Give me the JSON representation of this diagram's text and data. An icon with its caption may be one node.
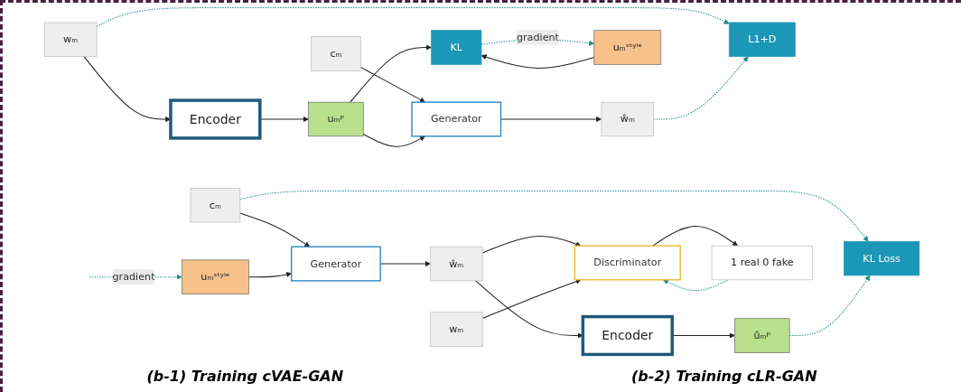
{
  "diagram": {
    "nodes": [
      {
        "text": [
          "wₘ"
        ]
      },
      {
        "text": [
          "Encoder"
        ]
      },
      {
        "text": [
          "cₘ"
        ]
      },
      {
        "text": [
          "uₘᵖ"
        ]
      },
      {
        "text": [
          "Generator"
        ]
      },
      {
        "text": [
          "ŵₘ"
        ]
      },
      {
        "text": [
          "L1+D"
        ]
      },
      {
        "text": [
          "KL"
        ]
      },
      {
        "text": [
          "uₘˢᵗʸˡᵉ"
        ]
      },
      {
        "text": [
          "cₘ"
        ]
      },
      {
        "text": [
          "uₘˢᵗʸˡᵉ"
        ]
      },
      {
        "text": [
          "Generator"
        ]
      },
      {
        "text": [
          "ŵₘ"
        ]
      },
      {
        "text": [
          "Encoder"
        ]
      },
      {
        "text": [
          "ûₘᵖ"
        ]
      },
      {
        "text": [
          "KL Loss"
        ]
      },
      {
        "text": [
          "wₘ"
        ]
      },
      {
        "text": [
          "Discriminator"
        ]
      },
      {
        "text": [
          "1 real 0 fake"
        ]
      }
    ],
    "edges": [
      {
        "from": 0,
        "to": 1,
        "arrow": "to"
      },
      {
        "from": 1,
        "to": 3,
        "arrow": "to"
      },
      {
        "from": 2,
        "to": 4,
        "arrow": "to"
      },
      {
        "from": 3,
        "to": 4,
        "arrow": "to"
      },
      {
        "from": 4,
        "to": 5,
        "arrow": "to"
      },
      {
        "from": 3,
        "to": 7,
        "arrow": "to"
      },
      {
        "from": 8,
        "to": 7,
        "arrow": "to"
      },
      {
        "from": 7,
        "to": 8,
        "arrow": "to",
        "label": "gradient",
        "style": "dashed",
        "color": "#1a8c8c"
      },
      {
        "from": 0,
        "to": 6,
        "arrow": "to",
        "style": "dashed",
        "color": "#1a8c8c"
      },
      {
        "from": 5,
        "to": 6,
        "arrow": "to",
        "style": "dashed",
        "color": "#1a8c8c"
      },
      {
        "from": 9,
        "to": 11,
        "arrow": "to"
      },
      {
        "from": 10,
        "to": 11,
        "arrow": "to"
      },
      {
        "from": null,
        "to": 10,
        "arrow": "to",
        "label": "gradient",
        "style": "dashed",
        "color": "#1a8c8c"
      },
      {
        "from": 11,
        "to": 12,
        "arrow": "to"
      },
      {
        "from": 12,
        "to": 13,
        "arrow": "to"
      },
      {
        "from": 13,
        "to": 14,
        "arrow": "to"
      },
      {
        "from": 12,
        "to": 17,
        "arrow": "to"
      },
      {
        "from": 16,
        "to": 17,
        "arrow": "to"
      },
      {
        "from": 17,
        "to": 18,
        "arrow": "to"
      },
      {
        "from": 18,
        "to": 17,
        "arrow": "to",
        "style": "dashed",
        "color": "#1a8c8c"
      },
      {
        "from": 9,
        "to": 15,
        "arrow": "to",
        "style": "dashed",
        "color": "#1a8c8c"
      },
      {
        "from": 14,
        "to": 15,
        "arrow": "to",
        "style": "dashed",
        "color": "#1a8c8c"
      }
    ],
    "labels": [
      "(b-1) Training cVAE-GAN",
      "(b-2) Training cLR-GAN"
    ]
  }
}
